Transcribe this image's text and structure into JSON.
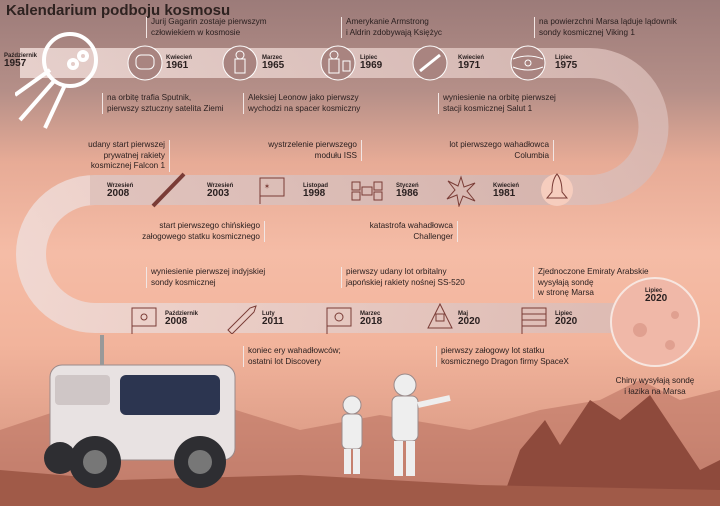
{
  "title": "Kalendarium podboju kosmosu",
  "colors": {
    "ribbon_light": "#ecd6d2",
    "ribbon_dark": "#c7a7a2",
    "icon_stroke": "#7a3c36",
    "text": "#2b2020"
  },
  "row1": [
    {
      "month": "Październik",
      "year": "1957",
      "text": "na orbitę trafia Sputnik,\npierwszy sztuczny satelita Ziemi",
      "icon": "sputnik-icon"
    },
    {
      "month": "Kwiecień",
      "year": "1961",
      "text": "Jurij Gagarin zostaje pierwszym\nczłowiekiem w kosmosie",
      "icon": "helmet-icon"
    },
    {
      "month": "Marzec",
      "year": "1965",
      "text": "Aleksiej Leonow jako pierwszy\nwychodzi na spacer kosmiczny",
      "icon": "spacewalk-icon"
    },
    {
      "month": "Lipiec",
      "year": "1969",
      "text": "Amerykanie Armstrong\ni Aldrin zdobywają Księżyc",
      "icon": "astronaut-flag-icon"
    },
    {
      "month": "Kwiecień",
      "year": "1971",
      "text": "wyniesienie na orbitę pierwszej\nstacji kosmicznej Salut 1",
      "icon": "space-station-icon"
    },
    {
      "month": "Lipiec",
      "year": "1975",
      "text": "na powierzchni Marsa ląduje lądownik\nsondy kosmicznej Viking 1",
      "icon": "mars-planet-icon"
    }
  ],
  "row2": [
    {
      "month": "Wrzesień",
      "year": "2008",
      "text": "udany start pierwszej\nprywatnej rakiety\nkosmicznej Falcon 1",
      "icon": "rocket-icon"
    },
    {
      "month": "Wrzesień",
      "year": "2003",
      "text": "start pierwszego chińskiego\nzałogowego statku kosmicznego",
      "icon": "china-flag-icon"
    },
    {
      "month": "Listopad",
      "year": "1998",
      "text": "wystrzelenie pierwszego\nmodułu ISS",
      "icon": "iss-icon"
    },
    {
      "month": "Styczeń",
      "year": "1986",
      "text": "katastrofa wahadłowca\nChallenger",
      "icon": "explosion-icon"
    },
    {
      "month": "Kwiecień",
      "year": "1981",
      "text": "lot pierwszego wahadłowca\nColumbia",
      "icon": "shuttle-icon"
    }
  ],
  "row3": [
    {
      "month": "Październik",
      "year": "2008",
      "text": "wyniesienie pierwszej indyjskiej\nsondy kosmicznej",
      "icon": "india-flag-icon"
    },
    {
      "month": "Luty",
      "year": "2011",
      "text": "koniec ery wahadłowców;\nostatni lot Discovery",
      "icon": "shuttle-icon"
    },
    {
      "month": "Marzec",
      "year": "2018",
      "text": "pierwszy udany lot orbitalny\njapońskiej rakiety nośnej SS-520",
      "icon": "japan-flag-icon"
    },
    {
      "month": "Maj",
      "year": "2020",
      "text": "pierwszy załogowy lot statku\nkosmicznego Dragon firmy SpaceX",
      "icon": "dragon-capsule-icon"
    },
    {
      "month": "Lipiec",
      "year": "2020",
      "text": "Zjednoczone Emiraty Arabskie\nwysyłają sondę\nw stronę Marsa",
      "icon": "uae-flag-icon"
    },
    {
      "month": "Lipiec",
      "year": "2020",
      "text": "Chiny wysyłają sondę\ni łazika na Marsa",
      "icon": "mars-planet-icon"
    }
  ]
}
